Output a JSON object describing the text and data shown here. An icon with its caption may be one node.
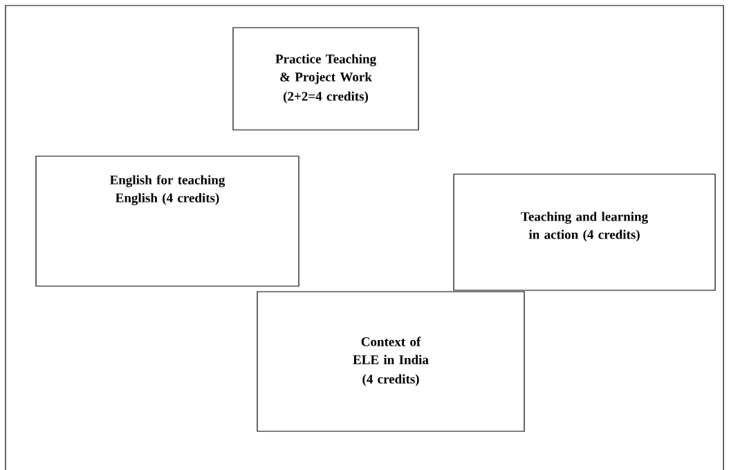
{
  "diagram": {
    "nodes": [
      {
        "text": [
          "Practice Teaching & Project Work",
          "(2+2=4 credits)"
        ]
      },
      {
        "text": [
          "English for teaching English (4 credits)"
        ]
      },
      {
        "text": [
          "Teaching and learning in action (4 credits)"
        ]
      },
      {
        "text": [
          "Context of ELE in India",
          "(4 credits)"
        ]
      }
    ]
  }
}
